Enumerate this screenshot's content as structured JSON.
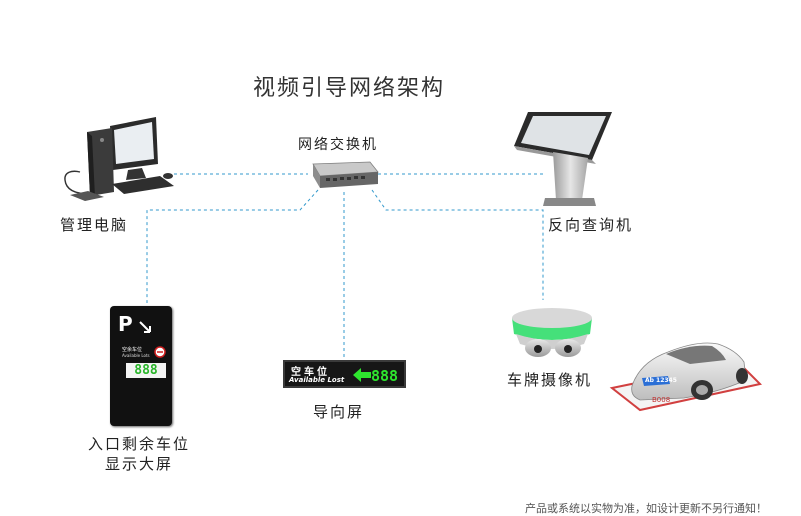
{
  "title": "视频引导网络架构",
  "nodes": {
    "switch": {
      "label": "网络交换机"
    },
    "pc": {
      "label": "管理电脑"
    },
    "kiosk": {
      "label": "反向查询机"
    },
    "camera": {
      "label": "车牌摄像机"
    },
    "guide_screen": {
      "label": "导向屏",
      "cn_text": "空车位",
      "en_text": "Available Lost",
      "number": "888",
      "arrow_color": "#2ee62e"
    },
    "big_screen": {
      "label_line1": "入口剩余车位",
      "label_line2": "显示大屏",
      "p_symbol": "P",
      "cn_text": "空余车位",
      "en_text": "Available Lots",
      "number": "888"
    }
  },
  "car": {
    "plate_text": "Ab 12345",
    "floor_text": "B008"
  },
  "footer": "产品或系统以实物为准，如设计更新不另行通知！",
  "colors": {
    "connector": "#3399cc",
    "camera_ring": "#45e07a",
    "led_green": "#2ee62e"
  }
}
